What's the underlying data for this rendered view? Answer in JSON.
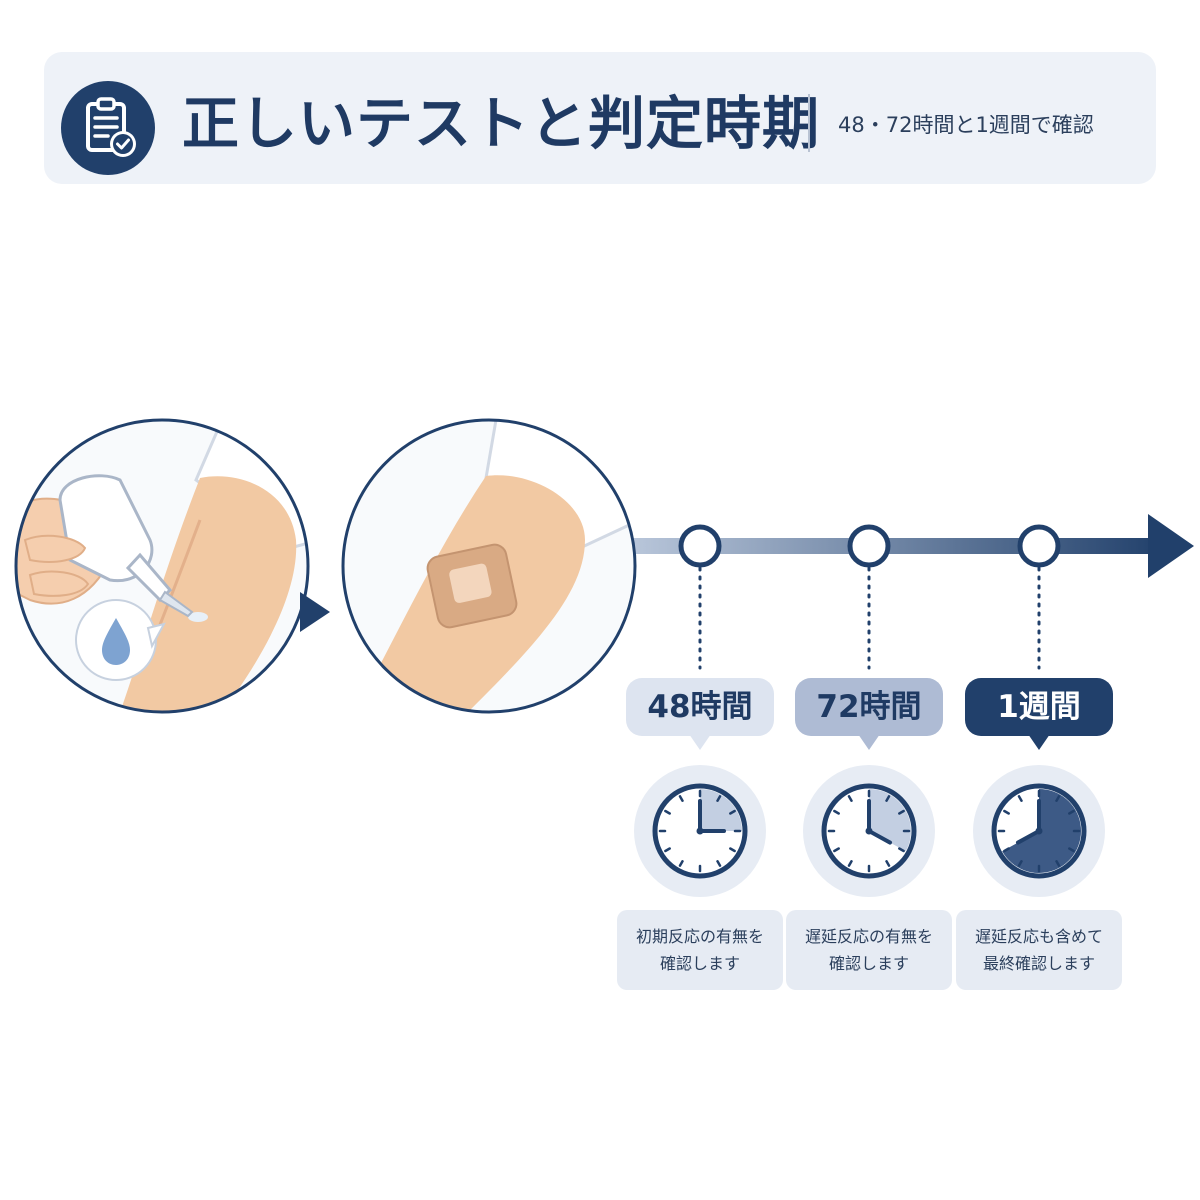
{
  "header": {
    "title": "正しいテストと判定時期",
    "subtitle": "48・72時間と1週間で確認",
    "icon": "clipboard-check-icon"
  },
  "illustrations": [
    {
      "name": "apply-test-substance",
      "icons": [
        "dropper-bottle-icon",
        "water-drop-icon"
      ]
    },
    {
      "name": "patch-on-arm",
      "icons": [
        "patch-icon"
      ]
    }
  ],
  "timeline": {
    "arrow_icon": "arrow-right-icon",
    "checkpoints": [
      {
        "label": "48時間",
        "clock_icon": "clock-icon",
        "description": [
          "初期反応の有無を",
          "確認します"
        ],
        "tag_color": "#dde4f0",
        "tag_text_color": "#1f3a63"
      },
      {
        "label": "72時間",
        "clock_icon": "clock-icon",
        "description": [
          "遅延反応の有無を",
          "確認します"
        ],
        "tag_color": "#aebbd4",
        "tag_text_color": "#1f3a63"
      },
      {
        "label": "1週間",
        "clock_icon": "clock-icon",
        "description": [
          "遅延反応も含めて",
          "最終確認します"
        ],
        "tag_color": "#21406b",
        "tag_text_color": "#ffffff"
      }
    ]
  },
  "colors": {
    "navy": "#21406b",
    "light_panel": "#eef2f8",
    "skin": "#f2c9a3"
  }
}
